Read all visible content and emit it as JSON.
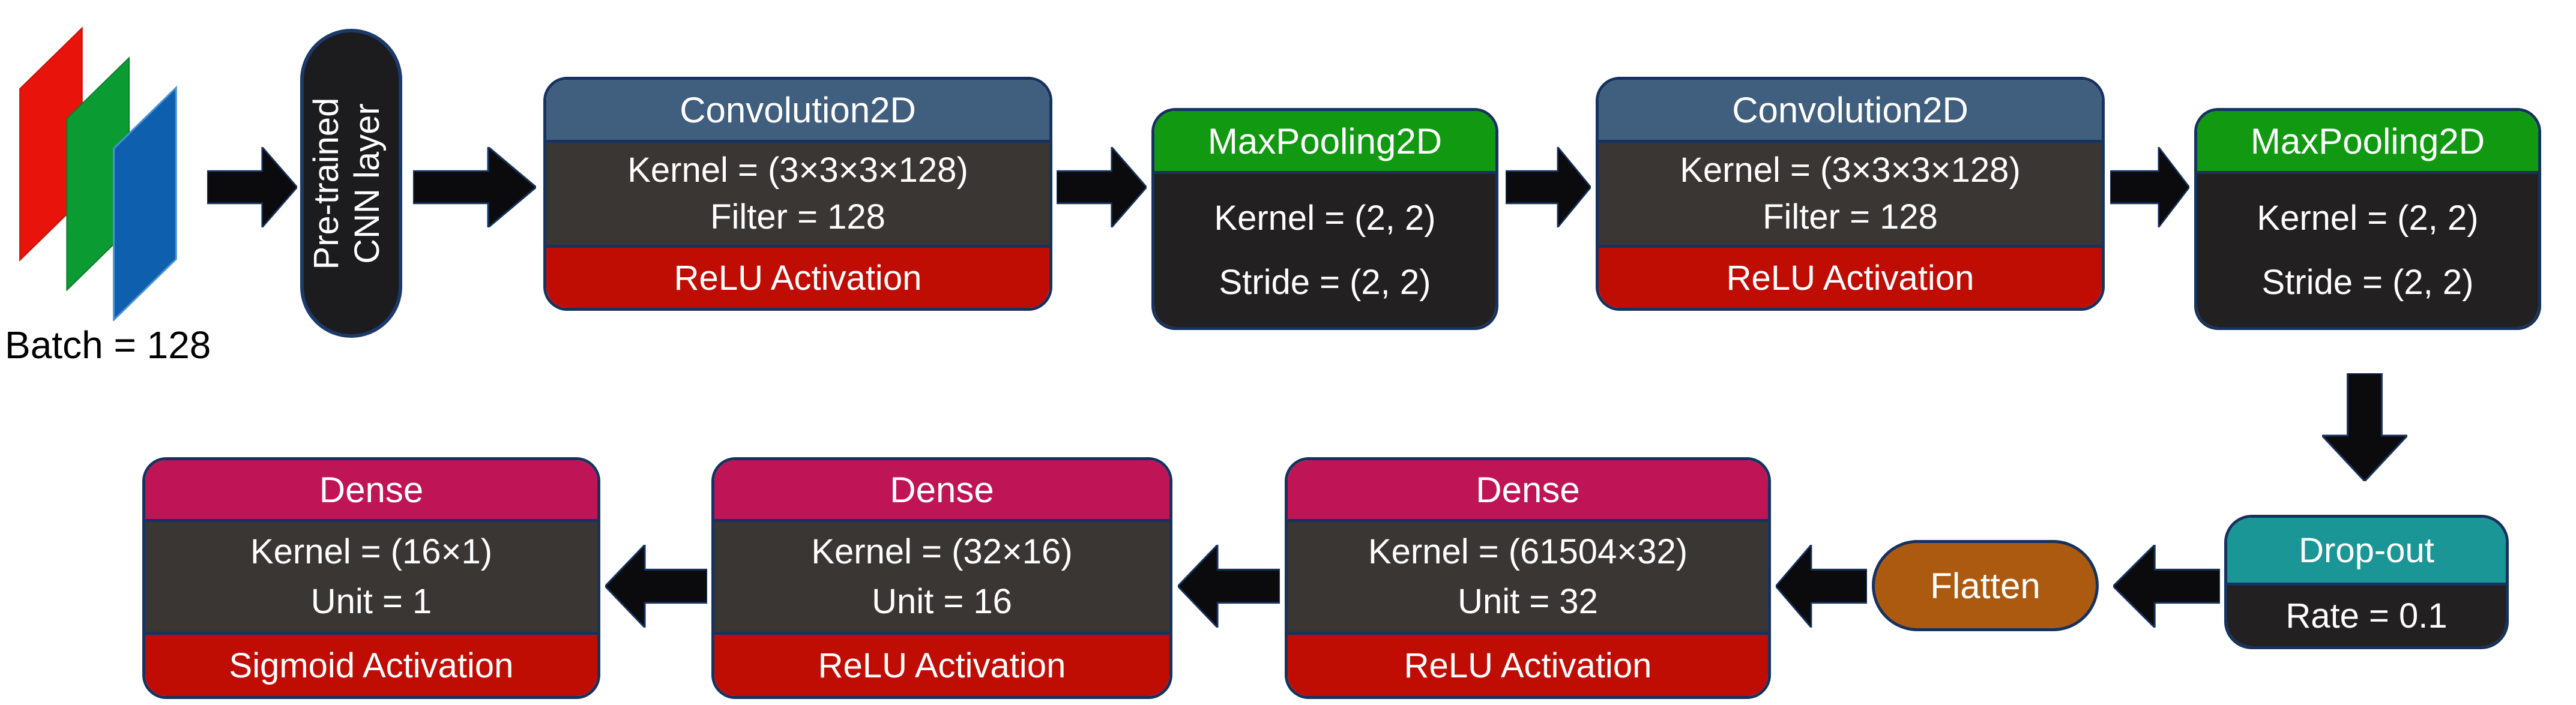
{
  "input": {
    "batch_label": "Batch = 128",
    "channels": [
      "red",
      "green",
      "blue"
    ]
  },
  "nodes": {
    "pretrained": {
      "lines": [
        "Pre-trained",
        "CNN layer"
      ]
    },
    "conv1": {
      "title": "Convolution2D",
      "kernel": "Kernel = (3×3×3×128)",
      "filter": "Filter = 128",
      "activation": "ReLU Activation"
    },
    "pool1": {
      "title": "MaxPooling2D",
      "kernel": "Kernel = (2, 2)",
      "stride": "Stride = (2, 2)"
    },
    "conv2": {
      "title": "Convolution2D",
      "kernel": "Kernel = (3×3×3×128)",
      "filter": "Filter = 128",
      "activation": "ReLU Activation"
    },
    "pool2": {
      "title": "MaxPooling2D",
      "kernel": "Kernel = (2, 2)",
      "stride": "Stride = (2, 2)"
    },
    "dropout": {
      "title": "Drop-out",
      "rate": "Rate = 0.1"
    },
    "flatten": {
      "label": "Flatten"
    },
    "dense1": {
      "title": "Dense",
      "kernel": "Kernel = (61504×32)",
      "unit": "Unit = 32",
      "activation": "ReLU Activation"
    },
    "dense2": {
      "title": "Dense",
      "kernel": "Kernel = (32×16)",
      "unit": "Unit = 16",
      "activation": "ReLU Activation"
    },
    "dense3": {
      "title": "Dense",
      "kernel": "Kernel = (16×1)",
      "unit": "Unit = 1",
      "activation": "Sigmoid Activation"
    }
  },
  "colors": {
    "background": "#ffffff",
    "conv_header": "#405e7e",
    "pool_header": "#119a11",
    "dense_header": "#bf1456",
    "dropout_header": "#1a9697",
    "activation": "#c00d04",
    "flatten": "#ad5a11",
    "body_dark": "#3a3634",
    "body_darker": "#222021",
    "border": "#16325e",
    "pretrained_fill": "#1c1b1d",
    "pretrained_border": "#1b3a6b",
    "arrow": "#0b0b0d",
    "sheet_red": "#e8130b",
    "sheet_green": "#0b9b33",
    "sheet_blue": "#0e5fae"
  }
}
